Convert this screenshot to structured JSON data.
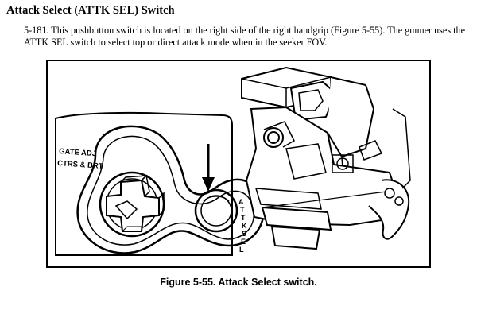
{
  "section": {
    "heading": "Attack Select (ATTK SEL) Switch",
    "paragraph": "5-181.  This pushbutton switch is located on the right side of the right handgrip (Figure 5-55). The gunner uses the ATTK SEL switch to select top or direct attack mode when in the seeker FOV."
  },
  "figure": {
    "label_gate": "GATE ADJ",
    "label_ctrs": "CTRS & BRT",
    "switch_letters": [
      "A",
      "T",
      "T",
      "K",
      "S",
      "E",
      "L"
    ],
    "caption": "Figure 5-55. Attack Select switch."
  }
}
